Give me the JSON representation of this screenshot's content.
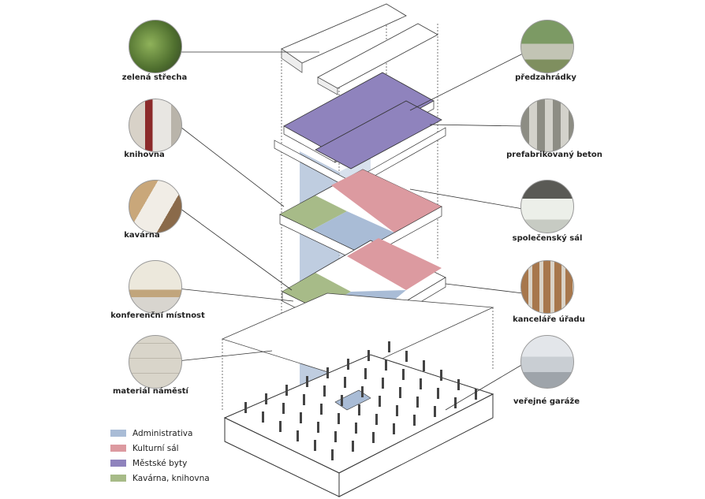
{
  "labels_left": [
    {
      "key": "roof",
      "text": "zelená střecha"
    },
    {
      "key": "library",
      "text": "knihovna"
    },
    {
      "key": "cafe",
      "text": "kavárna"
    },
    {
      "key": "conference",
      "text": "konferenční místnost"
    },
    {
      "key": "square",
      "text": "materiál náměstí"
    }
  ],
  "labels_right": [
    {
      "key": "gardens",
      "text": "předzahrádky"
    },
    {
      "key": "concrete",
      "text": "prefabrikovaný beton"
    },
    {
      "key": "hall",
      "text": "společenský sál"
    },
    {
      "key": "offices",
      "text": "kanceláře úřadu"
    },
    {
      "key": "garage",
      "text": "veřejné garáže"
    }
  ],
  "legend": [
    {
      "label": "Administrativa",
      "color": "#a9bcd6"
    },
    {
      "label": "Kulturní sál",
      "color": "#dc9aa0"
    },
    {
      "label": "Městské byty",
      "color": "#8f83bd"
    },
    {
      "label": "Kavárna, knihovna",
      "color": "#a7bb88"
    }
  ],
  "colors": {
    "admin": "#a9bcd6",
    "culture": "#dc9aa0",
    "housing": "#8f83bd",
    "cafe": "#a7bb88",
    "line": "#333333"
  }
}
